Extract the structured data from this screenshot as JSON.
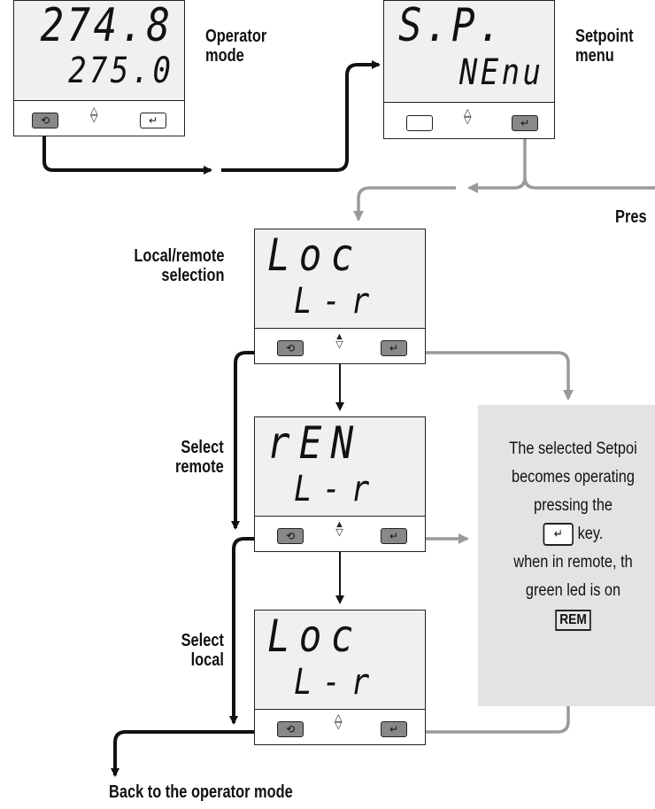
{
  "labels": {
    "operator_mode": "Operator\nmode",
    "setpoint_menu": "Setpoint\nmenu",
    "press": "Pres",
    "local_remote": "Local/remote\nselection",
    "select_remote": "Select\nremote",
    "select_local": "Select\nlocal",
    "back": "Back to the operator mode"
  },
  "displays": {
    "operator": {
      "top": "274.8",
      "bottom": "275.0"
    },
    "setpoint": {
      "top": "S.P.",
      "bottom": "NEnu"
    },
    "loc1": {
      "top": "Loc",
      "bottom": "L-r"
    },
    "rem": {
      "top": "rEN",
      "bottom": "L-r"
    },
    "loc2": {
      "top": "Loc",
      "bottom": "L-r"
    }
  },
  "info": {
    "line1": "The selected Setpoi",
    "line2": "becomes operating",
    "line3": "pressing the",
    "line4": "key.",
    "line5": "when in remote, th",
    "line6": "green led is on",
    "badge": "REM"
  },
  "icons": {
    "scroll_key": "cycle-arrow-icon",
    "enter_key": "enter-arrow-icon",
    "updown_key": "up-down-triangle-icon"
  },
  "colors": {
    "dark_arrow": "#111111",
    "gray_arrow": "#9a9a9a",
    "screen_bg": "#f0f0f0",
    "info_bg": "#e3e3e3",
    "key_fill": "#888888"
  }
}
